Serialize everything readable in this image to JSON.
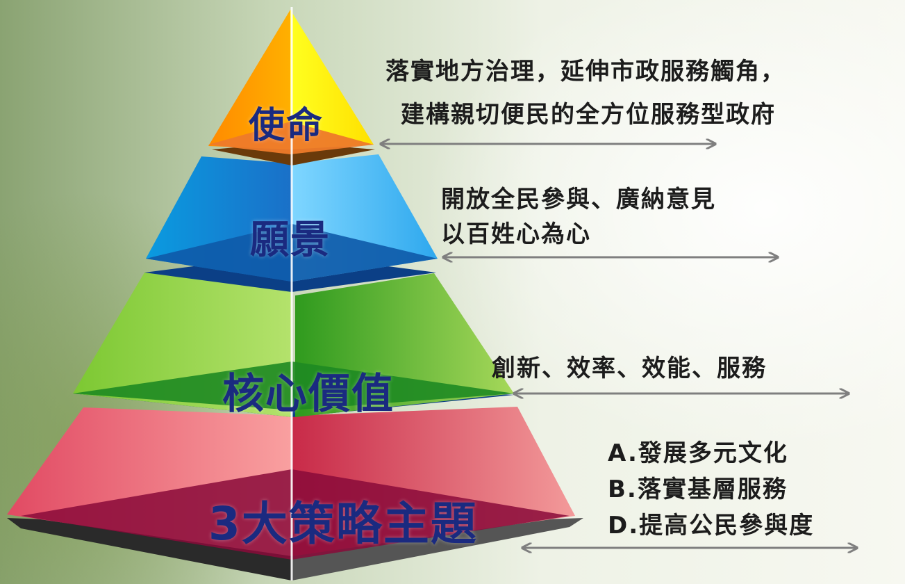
{
  "layers": [
    {
      "label": "使命",
      "lines": [
        "落實地方治理，延伸市政服務觸角，",
        "建構親切便民的全方位服務型政府"
      ]
    },
    {
      "label": "願景",
      "lines": [
        "開放全民參與、廣納意見",
        "以百姓心為心"
      ]
    },
    {
      "label": "核心價值",
      "lines": [
        "創新、效率、效能、服務"
      ]
    },
    {
      "label": "3大策略主題",
      "lines": [
        "A.發展多元文化",
        "B.落實基層服務",
        "D.提高公民參與度"
      ]
    }
  ],
  "colors": {
    "label_text": "#1a2a80",
    "tier1": "#f5d200",
    "tier2": "#3fb1ec",
    "tier3": "#86c83e",
    "tier4": "#e8506a",
    "arrow": "#7f7f7f"
  }
}
